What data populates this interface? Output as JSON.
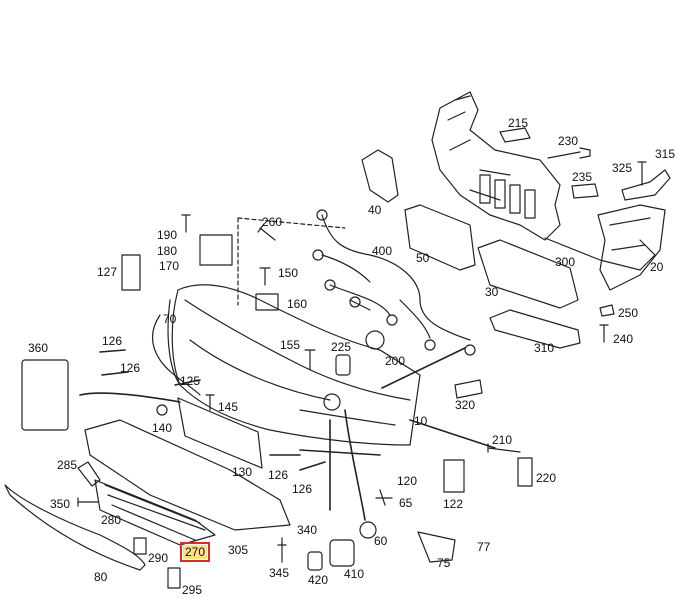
{
  "diagram": {
    "highlight_color": "#d32f2f",
    "highlight_fill": "#ffe082",
    "parts": [
      {
        "id": "p215",
        "label": "215"
      },
      {
        "id": "p230",
        "label": "230"
      },
      {
        "id": "p315",
        "label": "315"
      },
      {
        "id": "p325",
        "label": "325"
      },
      {
        "id": "p235",
        "label": "235"
      },
      {
        "id": "p40",
        "label": "40"
      },
      {
        "id": "p260",
        "label": "260"
      },
      {
        "id": "p190",
        "label": "190"
      },
      {
        "id": "p180",
        "label": "180"
      },
      {
        "id": "p170",
        "label": "170"
      },
      {
        "id": "p400",
        "label": "400"
      },
      {
        "id": "p127",
        "label": "127"
      },
      {
        "id": "p150",
        "label": "150"
      },
      {
        "id": "p50",
        "label": "50"
      },
      {
        "id": "p300",
        "label": "300"
      },
      {
        "id": "p20",
        "label": "20"
      },
      {
        "id": "p30",
        "label": "30"
      },
      {
        "id": "p160",
        "label": "160"
      },
      {
        "id": "p250",
        "label": "250"
      },
      {
        "id": "p240",
        "label": "240"
      },
      {
        "id": "p70",
        "label": "70"
      },
      {
        "id": "p360",
        "label": "360"
      },
      {
        "id": "p126a",
        "label": "126"
      },
      {
        "id": "p155",
        "label": "155"
      },
      {
        "id": "p225",
        "label": "225"
      },
      {
        "id": "p310",
        "label": "310"
      },
      {
        "id": "p200",
        "label": "200"
      },
      {
        "id": "p126b",
        "label": "126"
      },
      {
        "id": "p125",
        "label": "125"
      },
      {
        "id": "p320",
        "label": "320"
      },
      {
        "id": "p145",
        "label": "145"
      },
      {
        "id": "p10",
        "label": "10"
      },
      {
        "id": "p140",
        "label": "140"
      },
      {
        "id": "p210",
        "label": "210"
      },
      {
        "id": "p130",
        "label": "130"
      },
      {
        "id": "p126c",
        "label": "126"
      },
      {
        "id": "p285",
        "label": "285"
      },
      {
        "id": "p220",
        "label": "220"
      },
      {
        "id": "p120",
        "label": "120"
      },
      {
        "id": "p126d",
        "label": "126"
      },
      {
        "id": "p350",
        "label": "350"
      },
      {
        "id": "p65",
        "label": "65"
      },
      {
        "id": "p122",
        "label": "122"
      },
      {
        "id": "p280",
        "label": "280"
      },
      {
        "id": "p340",
        "label": "340"
      },
      {
        "id": "p60",
        "label": "60"
      },
      {
        "id": "p77",
        "label": "77"
      },
      {
        "id": "p270",
        "label": "270",
        "highlighted": true
      },
      {
        "id": "p305",
        "label": "305"
      },
      {
        "id": "p290",
        "label": "290"
      },
      {
        "id": "p75",
        "label": "75"
      },
      {
        "id": "p345",
        "label": "345"
      },
      {
        "id": "p410",
        "label": "410"
      },
      {
        "id": "p80",
        "label": "80"
      },
      {
        "id": "p420",
        "label": "420"
      },
      {
        "id": "p295",
        "label": "295"
      }
    ]
  }
}
